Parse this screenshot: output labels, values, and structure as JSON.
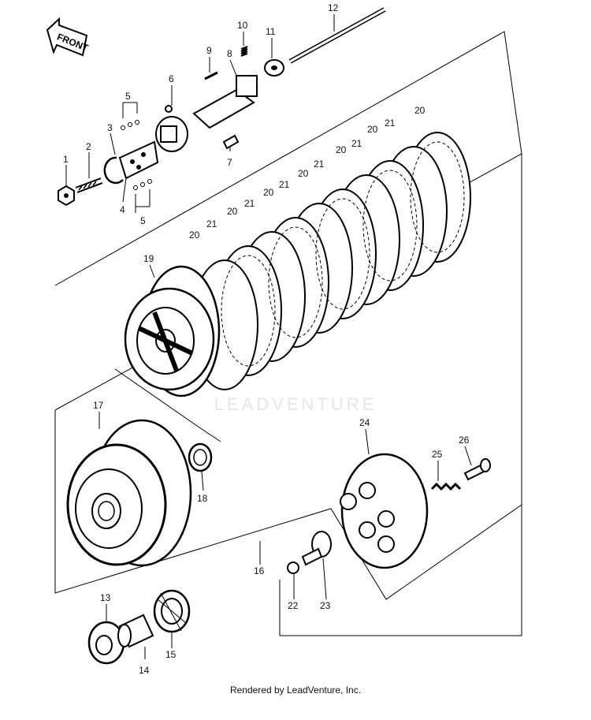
{
  "front_label": "FRONT",
  "watermark": "LEADVENTURE",
  "footer": "Rendered by LeadVenture, Inc.",
  "callouts": [
    "1",
    "2",
    "3",
    "4",
    "5",
    "5",
    "6",
    "7",
    "8",
    "9",
    "10",
    "11",
    "12",
    "13",
    "14",
    "15",
    "16",
    "17",
    "18",
    "19",
    "20",
    "20",
    "20",
    "20",
    "20",
    "20",
    "20",
    "21",
    "21",
    "21",
    "21",
    "21",
    "21",
    "22",
    "23",
    "24",
    "25",
    "26"
  ]
}
